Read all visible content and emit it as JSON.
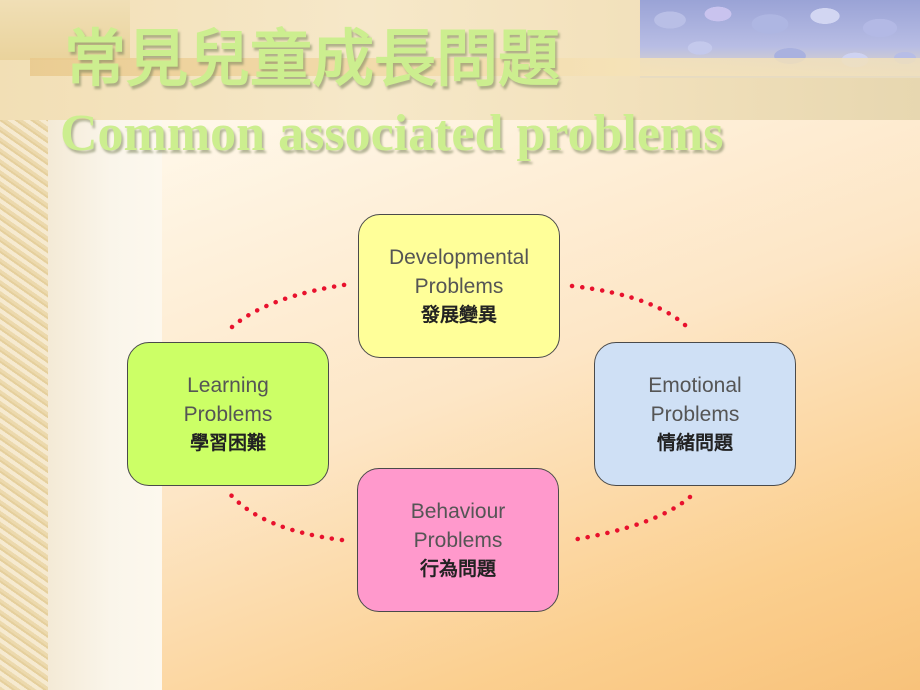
{
  "slide": {
    "title_zh": "常見兒童成長問題",
    "title_en": "Common associated problems"
  },
  "colors": {
    "title": "#ccee8f",
    "connector": "#e8112d",
    "developmental": "#ffff99",
    "learning": "#ccff66",
    "emotional": "#cfe0f5",
    "behaviour": "#ff99cc"
  },
  "nodes": {
    "developmental": {
      "line1": "Developmental",
      "line2": "Problems",
      "zh": "發展變異"
    },
    "learning": {
      "line1": "Learning",
      "line2": "Problems",
      "zh": "學習困難"
    },
    "emotional": {
      "line1": "Emotional",
      "line2": "Problems",
      "zh": "情緒問題"
    },
    "behaviour": {
      "line1": "Behaviour",
      "line2": "Problems",
      "zh": "行為問題"
    }
  }
}
